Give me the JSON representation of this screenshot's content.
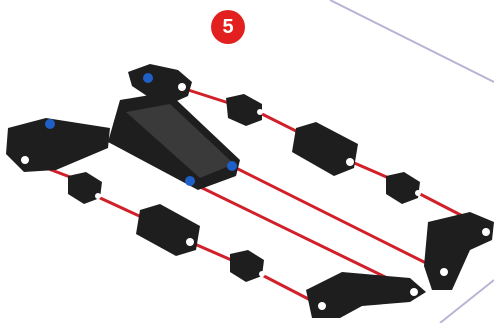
{
  "step": {
    "number": "5"
  },
  "colors": {
    "badge": "#e2201f",
    "part": "#1e1e1e",
    "part_highlight": "#3a3a3a",
    "connector": "#1f5fc8",
    "guide_line": "#d1202a",
    "board_outline": "#b9b4d6",
    "dot": "#ffffff"
  },
  "parts": [
    "bracket-top",
    "beam-assembly",
    "bracket-left",
    "fastener",
    "block",
    "bracket-right",
    "bracket-bottom"
  ]
}
